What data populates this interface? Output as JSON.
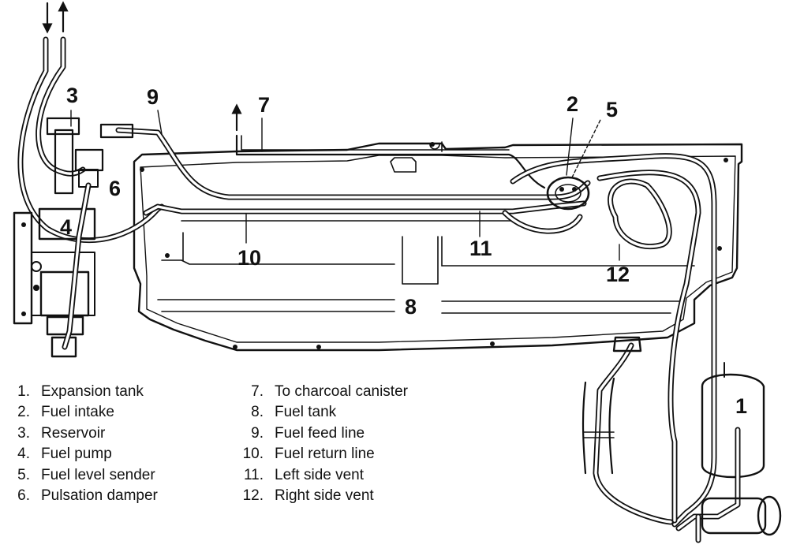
{
  "callouts": {
    "c1": "1",
    "c2": "2",
    "c3": "3",
    "c4": "4",
    "c5": "5",
    "c6": "6",
    "c7": "7",
    "c8": "8",
    "c9": "9",
    "c10": "10",
    "c11": "11",
    "c12": "12"
  },
  "legend": {
    "left": [
      {
        "num": "1.",
        "label": "Expansion tank"
      },
      {
        "num": "2.",
        "label": "Fuel intake"
      },
      {
        "num": "3.",
        "label": "Reservoir"
      },
      {
        "num": "4.",
        "label": "Fuel pump"
      },
      {
        "num": "5.",
        "label": "Fuel level sender"
      },
      {
        "num": "6.",
        "label": "Pulsation damper"
      }
    ],
    "right": [
      {
        "num": "7.",
        "label": "To charcoal canister"
      },
      {
        "num": "8.",
        "label": "Fuel tank"
      },
      {
        "num": "9.",
        "label": "Fuel feed line"
      },
      {
        "num": "10.",
        "label": "Fuel return line"
      },
      {
        "num": "11.",
        "label": "Left side vent"
      },
      {
        "num": "12.",
        "label": "Right side vent"
      }
    ]
  }
}
